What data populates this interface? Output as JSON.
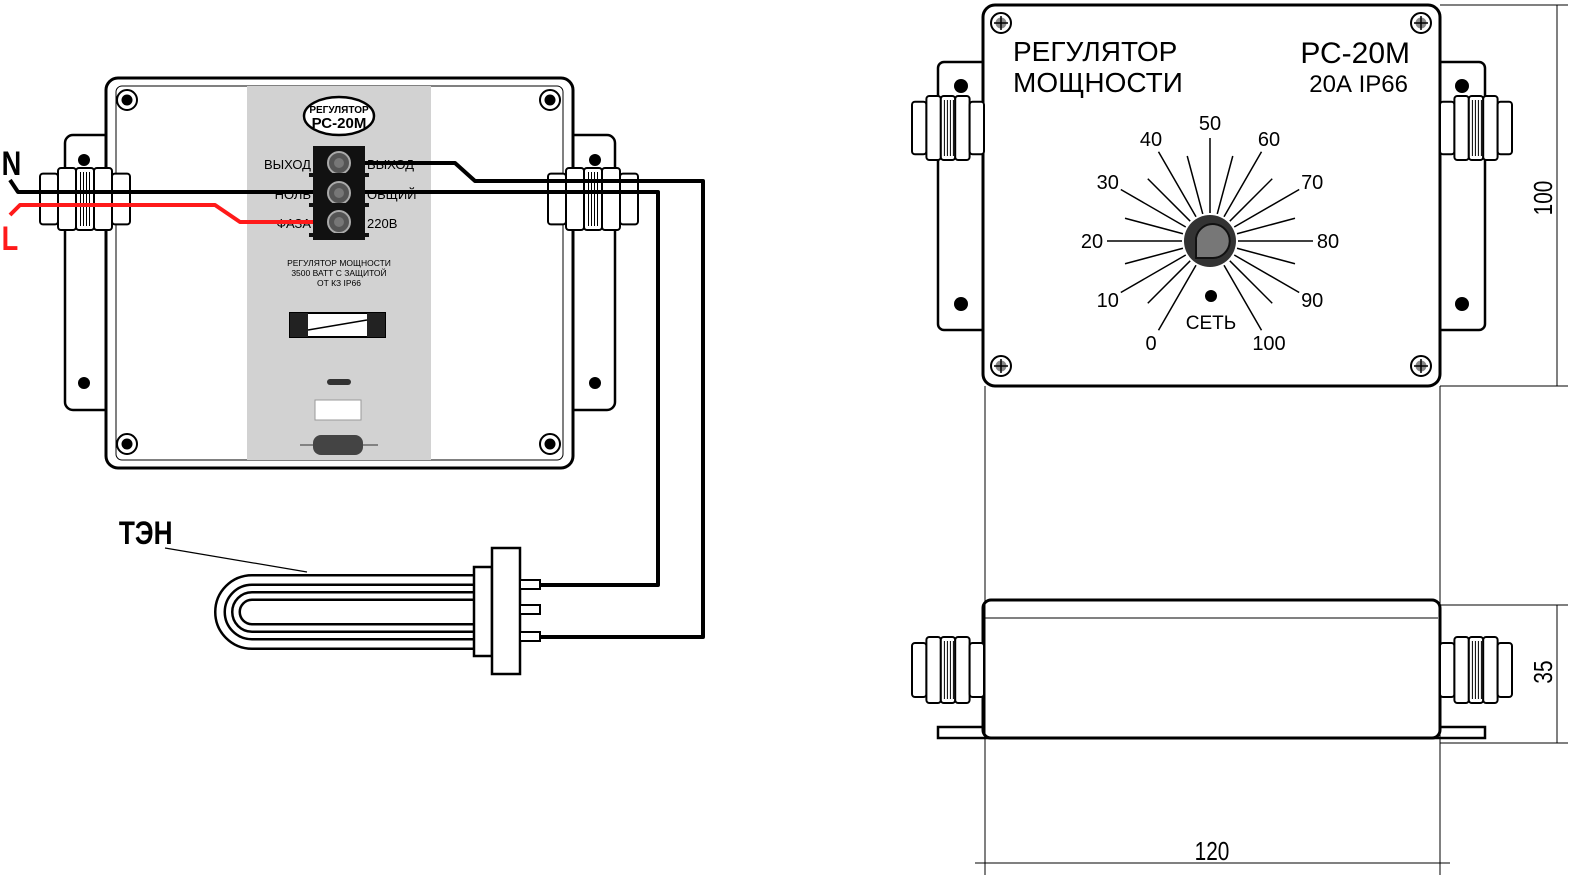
{
  "left_device": {
    "logo_line1": "РЕГУЛЯТОР",
    "logo_line2": "РС-20М",
    "terminals_left": [
      "ВЫХОД",
      "НОЛЬ",
      "ФАЗА"
    ],
    "terminals_right": [
      "ВЫХОД",
      "ОБЩИЙ",
      "220В"
    ],
    "desc_lines": [
      "РЕГУЛЯТОР МОЩНОСТИ",
      "3500 ВАТТ С ЗАЩИТОЙ",
      "ОТ КЗ IP66"
    ]
  },
  "wires": {
    "neutral_label": "N",
    "line_label": "L",
    "heater_label": "ТЭН"
  },
  "colors": {
    "phase": "#ff1a1a",
    "panel": "#d2d2d2",
    "wire": "#000000"
  },
  "front_view": {
    "title_line1": "РЕГУЛЯТОР",
    "title_line2": "МОЩНОСТИ",
    "model": "РС-20М",
    "spec": "20А IP66",
    "dial_labels": [
      "0",
      "10",
      "20",
      "30",
      "40",
      "50",
      "60",
      "70",
      "80",
      "90",
      "100"
    ],
    "power_label": "СЕТЬ"
  },
  "dimensions": {
    "height": "100",
    "depth": "35",
    "width": "120"
  }
}
